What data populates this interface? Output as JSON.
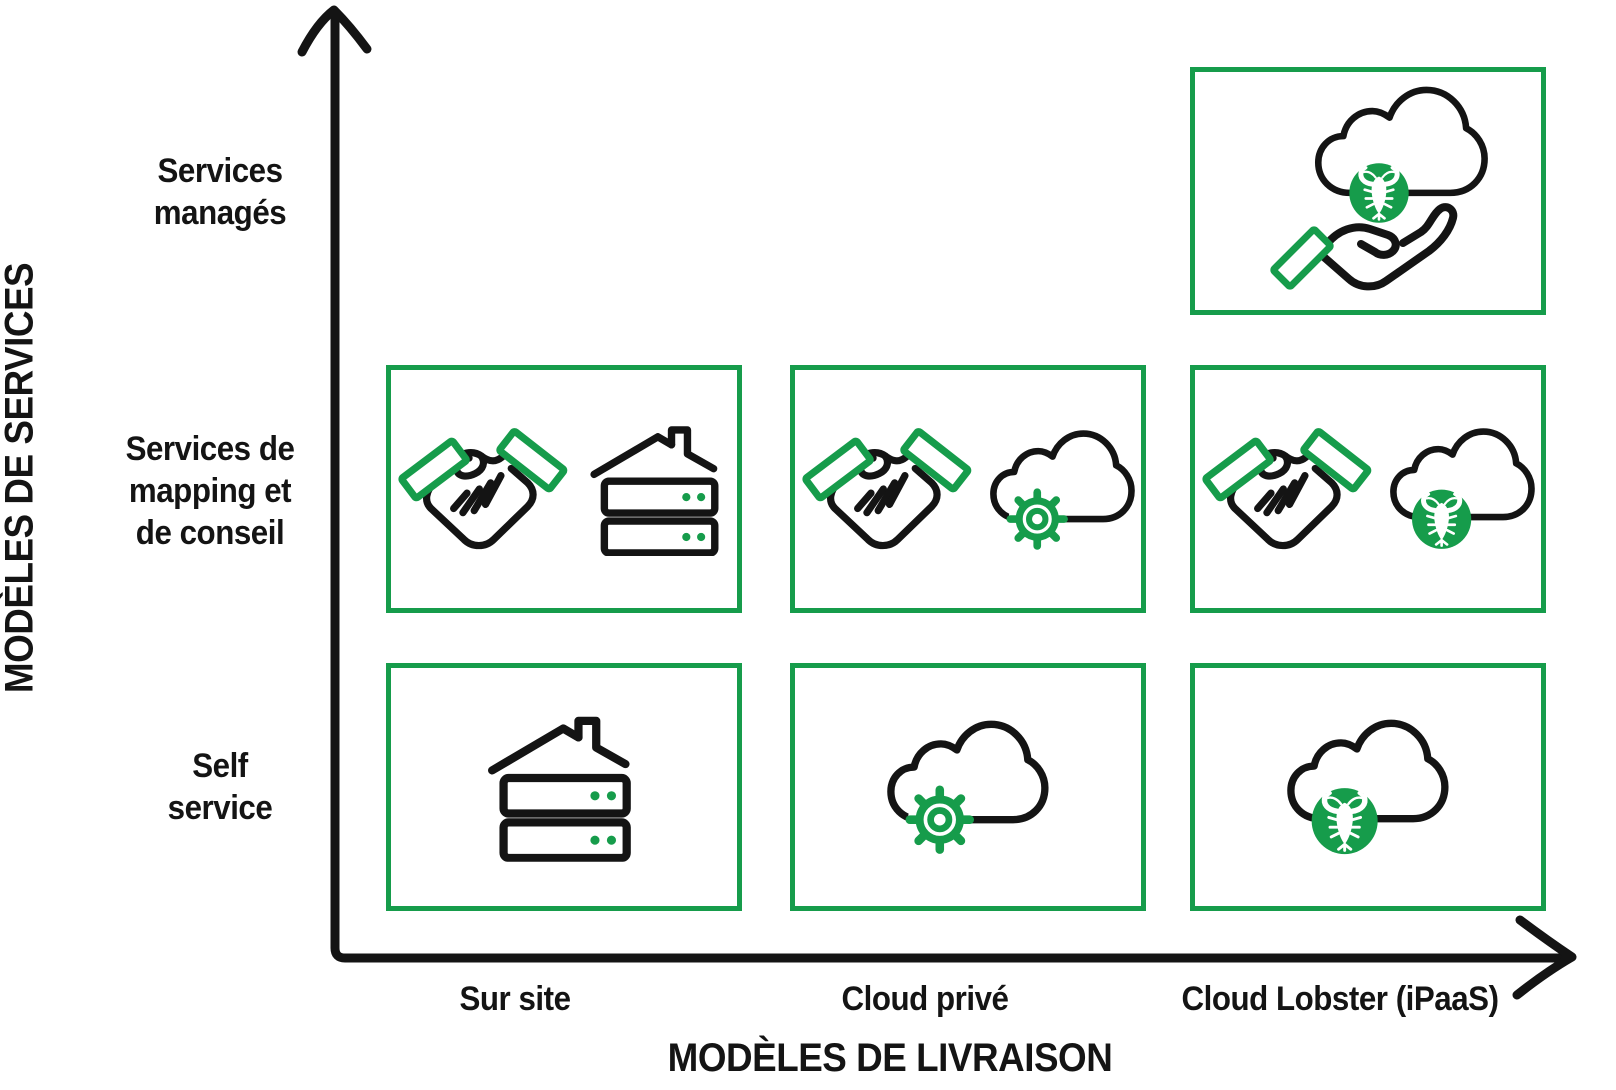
{
  "colors": {
    "green": "#169C4B",
    "black": "#141414"
  },
  "y_axis": {
    "title": "MODÈLES DE SERVICES"
  },
  "x_axis": {
    "title": "MODÈLES DE LIVRAISON"
  },
  "rows": [
    {
      "id": "services-manages",
      "label": "Services\nmanagés"
    },
    {
      "id": "services-mapping-conseil",
      "label": "Services de\nmapping et\nde conseil"
    },
    {
      "id": "self-service",
      "label": "Self\nservice"
    }
  ],
  "columns": [
    {
      "id": "sur-site",
      "label": "Sur site"
    },
    {
      "id": "cloud-prive",
      "label": "Cloud privé"
    },
    {
      "id": "cloud-lobster-ipaas",
      "label": "Cloud Lobster (iPaaS)"
    }
  ],
  "cells": [
    {
      "row": "Services managés",
      "column": "Cloud Lobster (iPaaS)",
      "icons": [
        "hand-offering-icon",
        "cloud-icon",
        "lobster-badge-icon"
      ]
    },
    {
      "row": "Services de mapping et de conseil",
      "column": "Sur site",
      "icons": [
        "handshake-icon",
        "on-premise-server-house-icon"
      ]
    },
    {
      "row": "Services de mapping et de conseil",
      "column": "Cloud privé",
      "icons": [
        "handshake-icon",
        "cloud-gear-icon"
      ]
    },
    {
      "row": "Services de mapping et de conseil",
      "column": "Cloud Lobster (iPaaS)",
      "icons": [
        "handshake-icon",
        "cloud-lobster-badge-icon"
      ]
    },
    {
      "row": "Self service",
      "column": "Sur site",
      "icons": [
        "on-premise-server-house-icon"
      ]
    },
    {
      "row": "Self service",
      "column": "Cloud privé",
      "icons": [
        "cloud-gear-icon"
      ]
    },
    {
      "row": "Self service",
      "column": "Cloud Lobster (iPaaS)",
      "icons": [
        "cloud-lobster-badge-icon"
      ]
    }
  ]
}
